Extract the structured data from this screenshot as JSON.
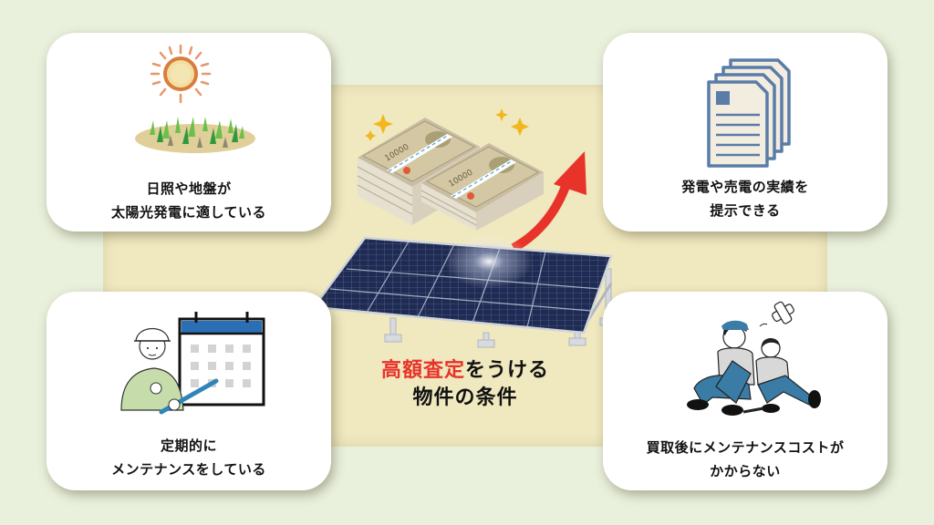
{
  "colors": {
    "background": "#e9f0dc",
    "center_panel": "#f0e8bf",
    "card": "#ffffff",
    "highlight_red": "#e8332a",
    "document_blue": "#5a7ca8",
    "calendar_blue": "#2a6fb6",
    "worker_blue": "#3a7ca6",
    "sun_orange": "#e08a4a",
    "panel_navy": "#1e2a4e"
  },
  "center": {
    "title_highlight": "高額査定",
    "title_rest_line1": "をうける",
    "title_line2": "物件の条件",
    "illustrations": [
      "solar-panel",
      "money-stacks",
      "sparkles",
      "red-upward-arrow"
    ],
    "banknote_label": "10000"
  },
  "cards": [
    {
      "position": "top-left",
      "icon": "sun-and-field-icon",
      "line1": "日照や地盤が",
      "line2": "太陽光発電に適している"
    },
    {
      "position": "top-right",
      "icon": "documents-icon",
      "line1": "発電や売電の実績を",
      "line2": "提示できる"
    },
    {
      "position": "bottom-left",
      "icon": "worker-calendar-icon",
      "line1": "定期的に",
      "line2": "メンテナンスをしている"
    },
    {
      "position": "bottom-right",
      "icon": "resting-workers-icon",
      "line1": "買取後にメンテナンスコストが",
      "line2": "かからない"
    }
  ]
}
